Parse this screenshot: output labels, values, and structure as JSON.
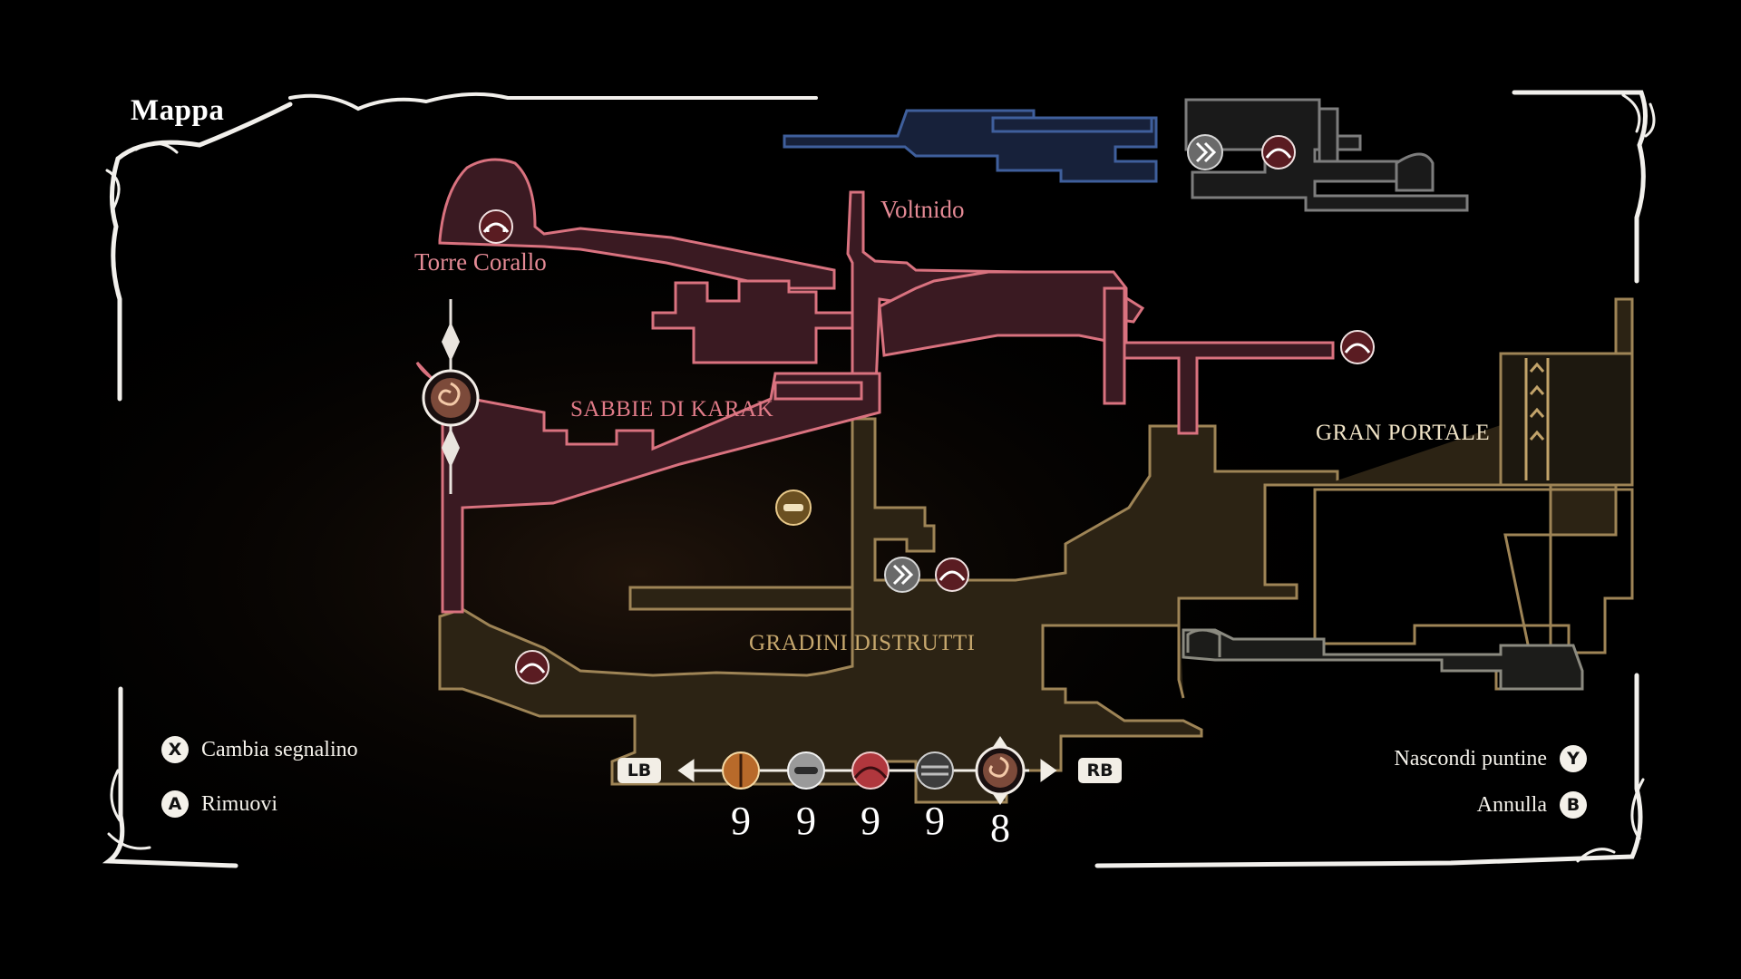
{
  "map": {
    "title": "Mappa",
    "areas": {
      "torre_corallo": "Torre Corallo",
      "voltnido": "Voltnido",
      "sabbie": "SABBIE DI KARAK",
      "gran_portale": "GRAN PORTALE",
      "gradini": "GRADINI DISTRUTTI"
    },
    "colors": {
      "pink_region": "#d9727f",
      "gold_region": "#9e8456",
      "blue_region": "#3f5f9c",
      "grey_region": "#8d8d8d"
    }
  },
  "marker_bar": {
    "left_bumper": "LB",
    "right_bumper": "RB",
    "markers": [
      {
        "icon": "amber-pin-icon",
        "count": "9"
      },
      {
        "icon": "silver-pin-icon",
        "count": "9"
      },
      {
        "icon": "red-pin-icon",
        "count": "9"
      },
      {
        "icon": "grey-pin-icon",
        "count": "9"
      },
      {
        "icon": "spiral-pin-icon",
        "count": "8",
        "selected": true
      }
    ]
  },
  "hints": {
    "change_marker": {
      "button": "X",
      "label": "Cambia segnalino"
    },
    "remove": {
      "button": "A",
      "label": "Rimuovi"
    },
    "hide_pins": {
      "button": "Y",
      "label": "Nascondi puntine"
    },
    "cancel": {
      "button": "B",
      "label": "Annulla"
    }
  }
}
